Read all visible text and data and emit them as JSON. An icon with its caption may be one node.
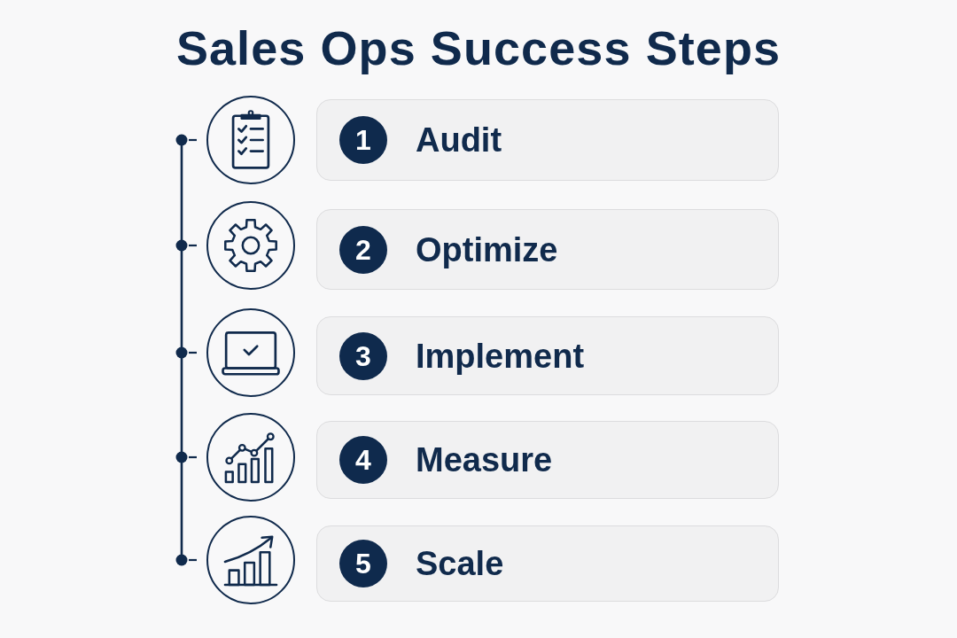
{
  "diagram": {
    "title": "Sales Ops Success Steps",
    "nodes": [
      {
        "text": [],
        "shape": "circle"
      },
      {
        "text": [
          "Audit"
        ]
      },
      {
        "text": [
          "1"
        ],
        "in": 1
      },
      {
        "text": [],
        "shape": "circle"
      },
      {
        "text": [
          "Optimize"
        ]
      },
      {
        "text": [
          "2"
        ],
        "in": 4
      },
      {
        "text": [],
        "shape": "circle"
      },
      {
        "text": [
          "Implement"
        ]
      },
      {
        "text": [
          "3"
        ],
        "in": 7
      },
      {
        "text": [],
        "shape": "circle"
      },
      {
        "text": [
          "Measure"
        ]
      },
      {
        "text": [
          "4"
        ],
        "in": 10
      },
      {
        "text": [],
        "shape": "circle"
      },
      {
        "text": [
          "Scale"
        ]
      },
      {
        "text": [
          "5"
        ],
        "in": 13
      }
    ]
  }
}
